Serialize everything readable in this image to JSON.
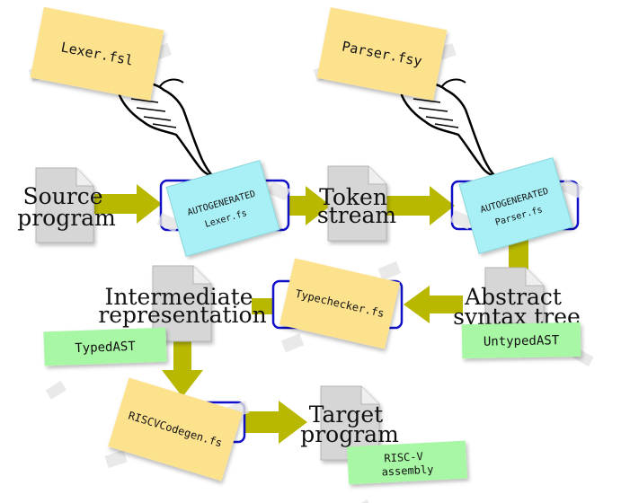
{
  "nodes": {
    "source_program": [
      "Source",
      "program"
    ],
    "token_stream": [
      "Token",
      "stream"
    ],
    "abstract_syntax_tree": [
      "Abstract",
      "syntax tree"
    ],
    "intermediate_representation": [
      "Intermediate",
      "representation"
    ],
    "target_program": [
      "Target",
      "program"
    ]
  },
  "notes": {
    "lexer_fsl": "Lexer.fsl",
    "parser_fsy": "Parser.fsy",
    "lexer_fs_tag": "AUTOGENERATED",
    "lexer_fs_file": "Lexer.fs",
    "parser_fs_tag": "AUTOGENERATED",
    "parser_fs_file": "Parser.fs",
    "typechecker_fs": "Typechecker.fs",
    "riscv_codegen_fs": "RISCVCodegen.fs",
    "typed_ast": "TypedAST",
    "untyped_ast": "UntypedAST",
    "riscv_assembly": [
      "RISC-V",
      "assembly"
    ]
  },
  "colors": {
    "arrow": "#b8b800",
    "box_border": "#1010c8",
    "note_yellow": "#fde28e",
    "note_cyan": "#a8f0f5",
    "note_green": "#a8f7a5",
    "document": "#d6d6d6",
    "tape": "#e4e4e4"
  }
}
